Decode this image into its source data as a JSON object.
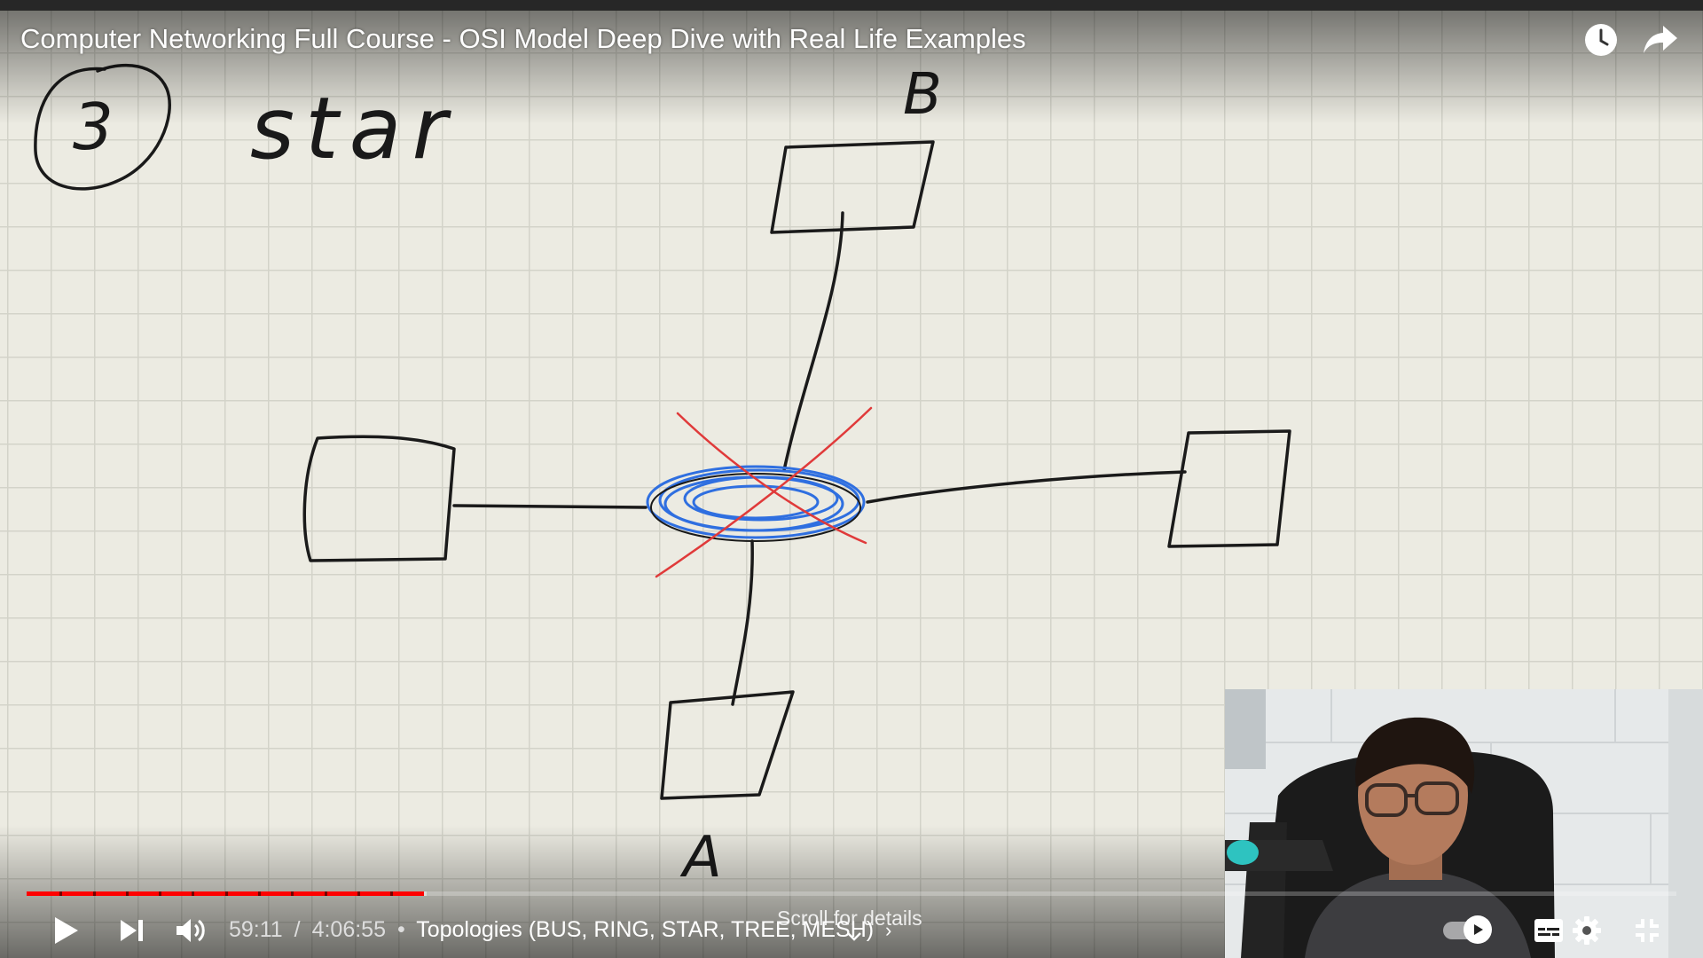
{
  "video": {
    "title": "Computer Networking Full Course - OSI Model Deep Dive with Real Life Examples"
  },
  "board": {
    "number_label": "3",
    "topic": "star",
    "node_top_label": "B",
    "node_bottom_label": "A"
  },
  "top_controls": {
    "watch_later_icon": "clock-icon",
    "share_icon": "share-arrow-icon"
  },
  "progress": {
    "played_fraction": 0.2406,
    "buffered_fraction": 0.2426,
    "chapter_count": 12
  },
  "controls": {
    "play_icon": "play-icon",
    "next_icon": "next-icon",
    "volume_icon": "volume-icon",
    "current_time": "59:11",
    "separator": "/",
    "duration": "4:06:55",
    "chapter_bullet": "•",
    "chapter": "Topologies (BUS, RING, STAR, TREE, MESH)",
    "chapter_chevron": "›",
    "autoplay_icon": "autoplay-toggle-icon",
    "subtitles_icon": "subtitles-icon",
    "settings_icon": "gear-icon",
    "exit_fullscreen_icon": "exit-fullscreen-icon"
  },
  "overlay": {
    "scroll_hint": "Scroll for details"
  },
  "colors": {
    "progress_played": "#ff0000",
    "ink": "#1a1a1a",
    "hub_scribble": "#2f6fe0",
    "cross_out": "#e03a3a"
  }
}
